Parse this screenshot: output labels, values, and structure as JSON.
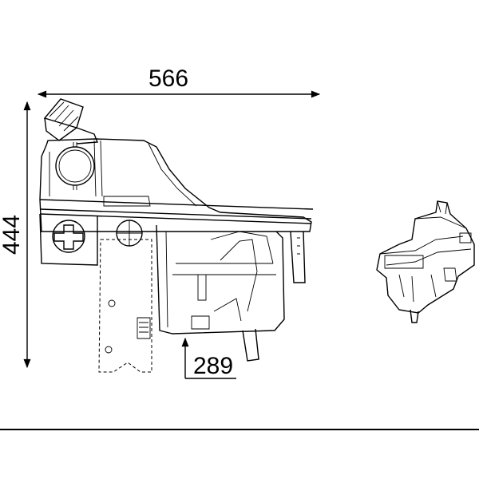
{
  "dimensions": {
    "width": "566",
    "height": "444",
    "depth": "289"
  },
  "colors": {
    "line": "#000000",
    "background": "#ffffff",
    "shade": "#d9d9d9"
  }
}
